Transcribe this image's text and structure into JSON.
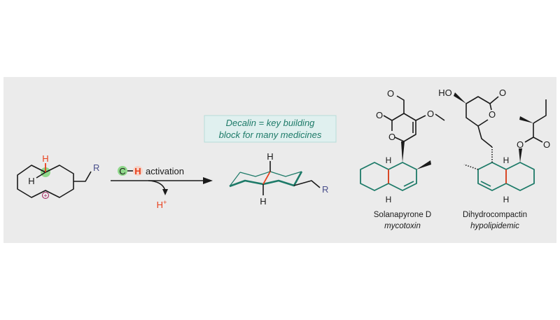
{
  "colors": {
    "panel": "#ebebeb",
    "teal": "#1d7a68",
    "red": "#e8401c",
    "green": "#8fd88a",
    "r_group": "#4a4f8c"
  },
  "reactant": {
    "h_top": "H",
    "h_side": "H",
    "charge": "+",
    "r": "R"
  },
  "reaction": {
    "c_label": "C",
    "h_label": "H",
    "activation": "activation",
    "proton": "H",
    "proton_charge": "+"
  },
  "callout": {
    "line1": "Decalin = key building",
    "line2": "block for many medicines"
  },
  "product": {
    "h_top": "H",
    "h_bottom": "H",
    "r": "R"
  },
  "solanapyrone": {
    "name": "Solanapyrone D",
    "activity": "mycotoxin",
    "o1": "O",
    "o2": "O",
    "o3": "O",
    "o4": "O",
    "h_top": "H",
    "h_bottom": "H"
  },
  "dihydrocompactin": {
    "name": "Dihydrocompactin",
    "activity": "hypolipidemic",
    "ho": "HO",
    "o1": "O",
    "o2": "O",
    "o3": "O",
    "o4": "O",
    "h_top": "H",
    "h_bottom": "H"
  }
}
